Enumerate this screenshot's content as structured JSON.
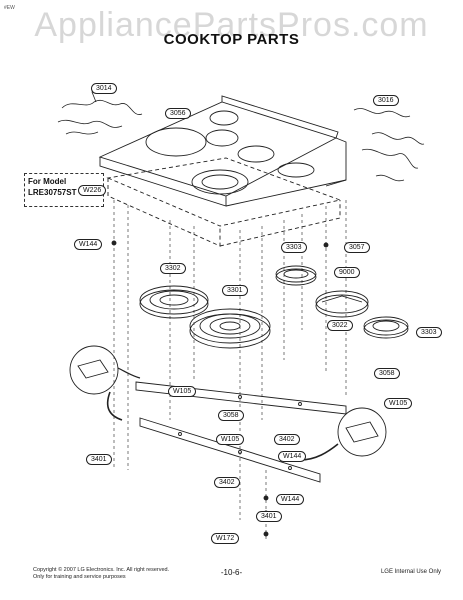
{
  "page": {
    "corner_tag": "#EW",
    "watermark": "AppliancePartsPros.com",
    "title": "COOKTOP PARTS"
  },
  "model_note": {
    "label": "For Model",
    "model": "LRE30757ST"
  },
  "callouts": [
    {
      "id": "c3014",
      "text": "3014"
    },
    {
      "id": "c3056",
      "text": "3056"
    },
    {
      "id": "c3016",
      "text": "3016"
    },
    {
      "id": "cW226",
      "text": "W226"
    },
    {
      "id": "cW144a",
      "text": "W144"
    },
    {
      "id": "c3303a",
      "text": "3303"
    },
    {
      "id": "c3057",
      "text": "3057"
    },
    {
      "id": "c3302a",
      "text": "3302"
    },
    {
      "id": "c9000",
      "text": "9000"
    },
    {
      "id": "c3301",
      "text": "3301"
    },
    {
      "id": "c3022",
      "text": "3022"
    },
    {
      "id": "c3303b",
      "text": "3303"
    },
    {
      "id": "cW105a",
      "text": "W105"
    },
    {
      "id": "c3058a",
      "text": "3058"
    },
    {
      "id": "c3058b",
      "text": "3058"
    },
    {
      "id": "cW105b",
      "text": "W105"
    },
    {
      "id": "cW105c",
      "text": "W105"
    },
    {
      "id": "c3402a",
      "text": "3402"
    },
    {
      "id": "cW144b",
      "text": "W144"
    },
    {
      "id": "c3401a",
      "text": "3401"
    },
    {
      "id": "c3402b",
      "text": "3402"
    },
    {
      "id": "cW144c",
      "text": "W144"
    },
    {
      "id": "c3401b",
      "text": "3401"
    },
    {
      "id": "cW172",
      "text": "W172"
    }
  ],
  "footer": {
    "copyright_line1": "Copyright © 2007 LG Electronics. Inc. All right reserved.",
    "copyright_line2": "Only for training and service purposes",
    "page_number": "-10-6-",
    "internal": "LGE Internal Use Only"
  }
}
